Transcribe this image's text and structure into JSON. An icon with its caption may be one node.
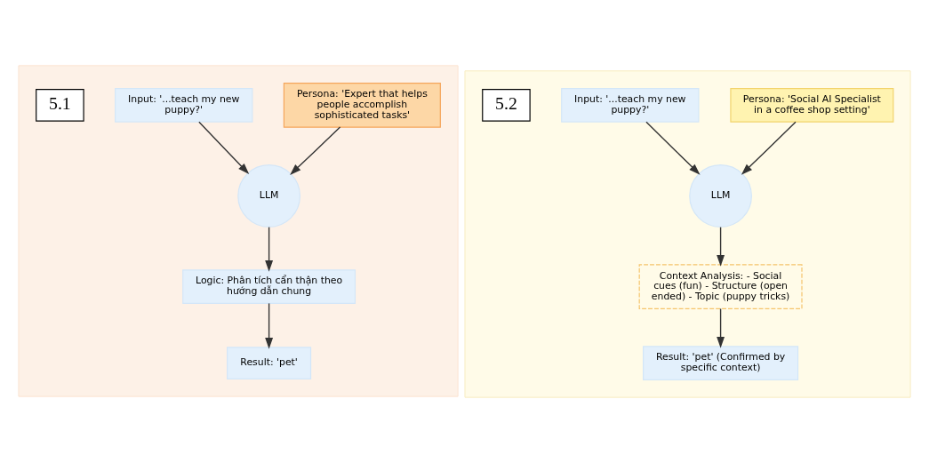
{
  "diagram": {
    "nodes": [
      {
        "text": [],
        "shape": "box"
      },
      {
        "text": [
          "Persona: 'Expert that helps people accomplish sophisticated tasks'"
        ],
        "in": 0
      },
      {
        "text": [
          "Input: '...teach my new puppy?'"
        ],
        "in": 0
      },
      {
        "text": [
          "LLM"
        ],
        "in": 0
      },
      {
        "text": [
          "Logic: Phân tích cẩn thận theo hướng dẫn chung"
        ],
        "in": 0
      },
      {
        "text": [
          "Result: 'pet'"
        ],
        "in": 0
      },
      {
        "text": [
          "5.1"
        ],
        "in": 0
      },
      {
        "text": [],
        "shape": "box"
      },
      {
        "text": [
          "Persona: 'Social AI Specialist in a coffee shop setting'"
        ],
        "in": 7
      },
      {
        "text": [
          "Input: '...teach my new puppy?'"
        ],
        "in": 7
      },
      {
        "text": [
          "LLM"
        ],
        "in": 7
      },
      {
        "text": [
          "Context Analysis: - Social cues (fun) - Structure (open ended) - Topic (puppy tricks)"
        ],
        "in": 7
      },
      {
        "text": [
          "Result: 'pet' (Confirmed by specific context)"
        ],
        "in": 7
      },
      {
        "text": [
          "5.2"
        ],
        "in": 7
      }
    ],
    "edges": [
      {
        "from": 1,
        "to": 3,
        "arrow": "to"
      },
      {
        "from": 2,
        "to": 3,
        "arrow": "to"
      },
      {
        "from": 3,
        "to": 4,
        "arrow": "to"
      },
      {
        "from": 4,
        "to": 5,
        "arrow": "to"
      },
      {
        "from": 8,
        "to": 10,
        "arrow": "to"
      },
      {
        "from": 9,
        "to": 10,
        "arrow": "to"
      },
      {
        "from": 10,
        "to": 11,
        "arrow": "to"
      },
      {
        "from": 11,
        "to": 12,
        "arrow": "to"
      }
    ]
  }
}
